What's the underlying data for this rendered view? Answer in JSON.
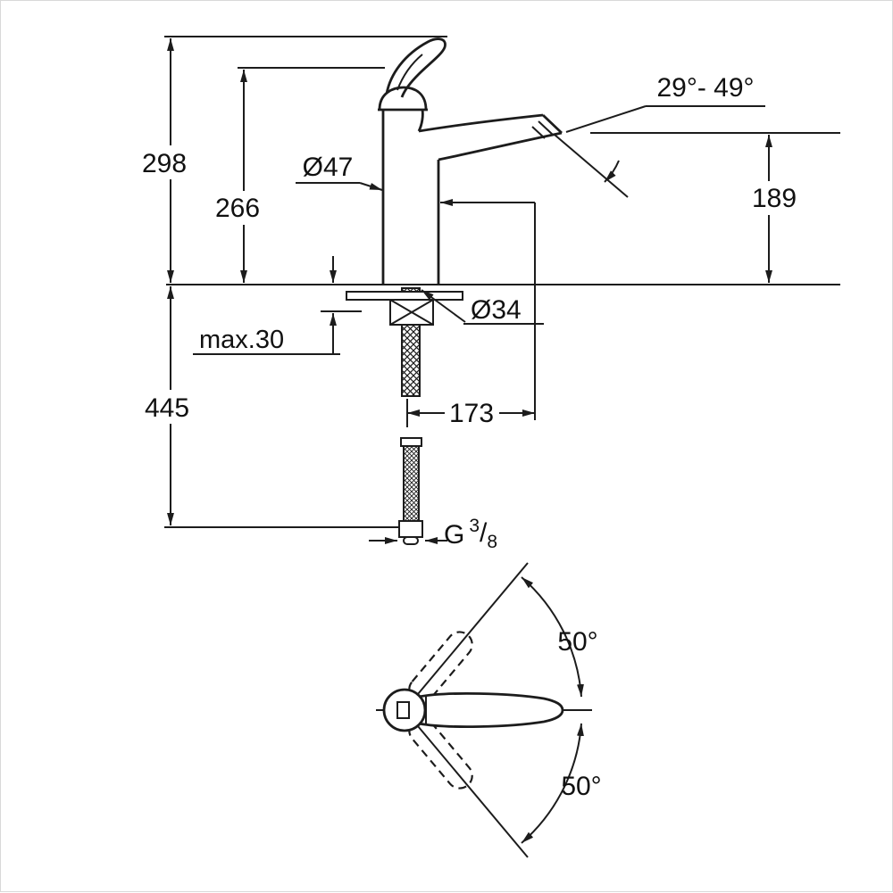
{
  "page": {
    "background": "#ffffff",
    "line_color": "#1c1c1c"
  },
  "side_view": {
    "dim_total_height": "298",
    "dim_body_height": "266",
    "dim_body_diameter": "Ø47",
    "dim_spout_angle": "29°- 49°",
    "dim_outlet_height": "189",
    "dim_hole_diameter": "Ø34",
    "dim_max_deck": "max.30",
    "dim_hose_length": "445",
    "dim_projection": "173",
    "thread": {
      "prefix": "G",
      "numerator": "3",
      "slash": "/",
      "denominator": "8"
    }
  },
  "top_view": {
    "dim_swivel_up": "50°",
    "dim_swivel_down": "50°"
  }
}
